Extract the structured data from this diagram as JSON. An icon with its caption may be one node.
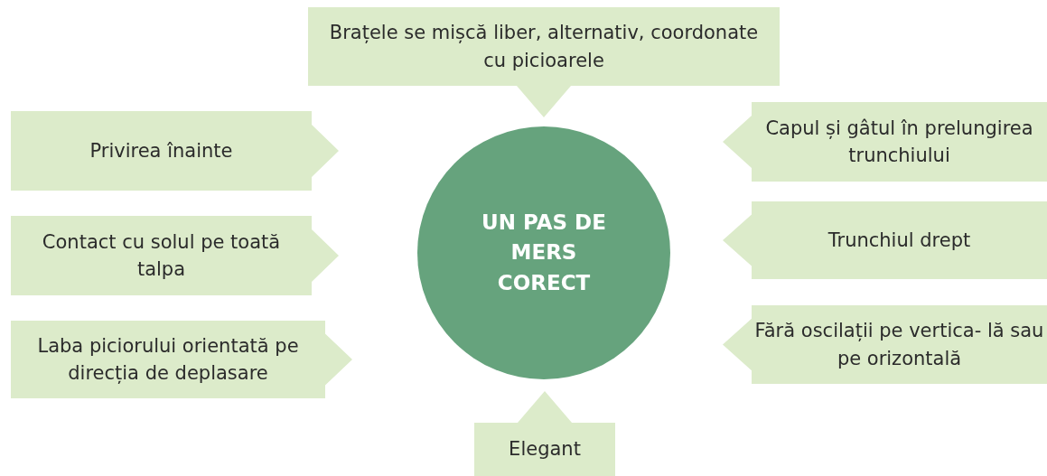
{
  "diagram": {
    "nodes": [
      {
        "text": [
          "Brațele se mișcă liber, alternativ, coordonate cu picioarele"
        ]
      },
      {
        "text": [
          "Privirea înainte"
        ]
      },
      {
        "text": [
          "Capul și gâtul în prelungirea trunchiului"
        ]
      },
      {
        "text": [
          "UN PAS DE MERS CORECT"
        ]
      },
      {
        "text": [
          "Contact cu solul pe toată talpa"
        ]
      },
      {
        "text": [
          "Trunchiul drept"
        ]
      },
      {
        "text": [
          "Laba piciorului orientată pe direcția de deplasare"
        ]
      },
      {
        "text": [
          "Fără oscilații pe vertica- lă sau pe orizontală"
        ]
      },
      {
        "text": [
          "Elegant"
        ]
      }
    ]
  }
}
